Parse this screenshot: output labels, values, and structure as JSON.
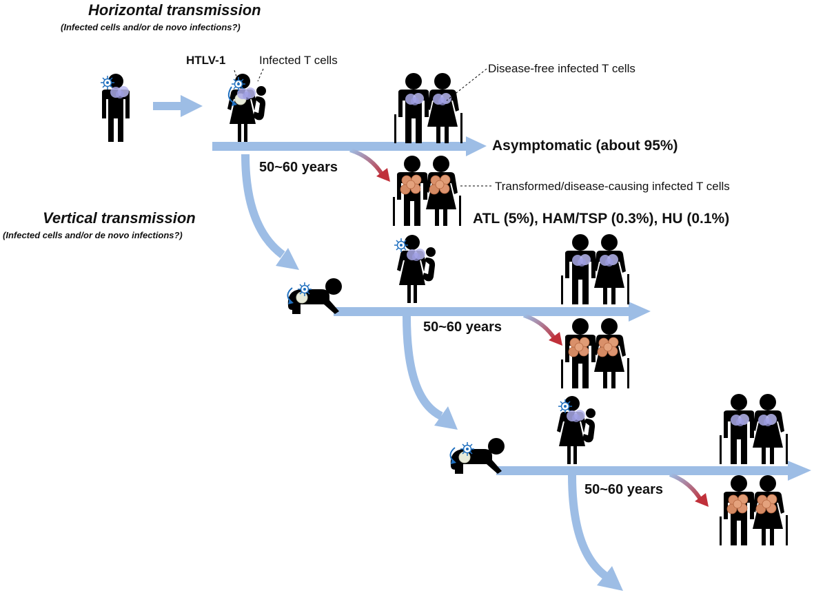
{
  "horizontal": {
    "title": "Horizontal transmission",
    "subtitle": "(Infected cells and/or de novo infections?)"
  },
  "vertical": {
    "title": "Vertical transmission",
    "subtitle": "(Infected cells and/or de novo infections?)"
  },
  "labels": {
    "htlv": "HTLV-1",
    "infected_t_cells": "Infected T cells",
    "disease_free": "Disease-free infected T cells",
    "transformed": "Transformed/disease-causing infected T cells",
    "asymptomatic": "Asymptomatic (about 95%)",
    "diseases": "ATL (5%), HAM/TSP (0.3%), HU (0.1%)"
  },
  "generations": [
    {
      "years": "50~60 years"
    },
    {
      "years": "50~60 years"
    },
    {
      "years": "50~60 years"
    }
  ],
  "colors": {
    "arrow": "#9dbde5",
    "disease_arrow": "#c0303a",
    "healthy_cell": "#a9a9e8",
    "diseased_cell": "#d9906a",
    "virus": "#1f6fbf",
    "silhouette": "#000000"
  }
}
